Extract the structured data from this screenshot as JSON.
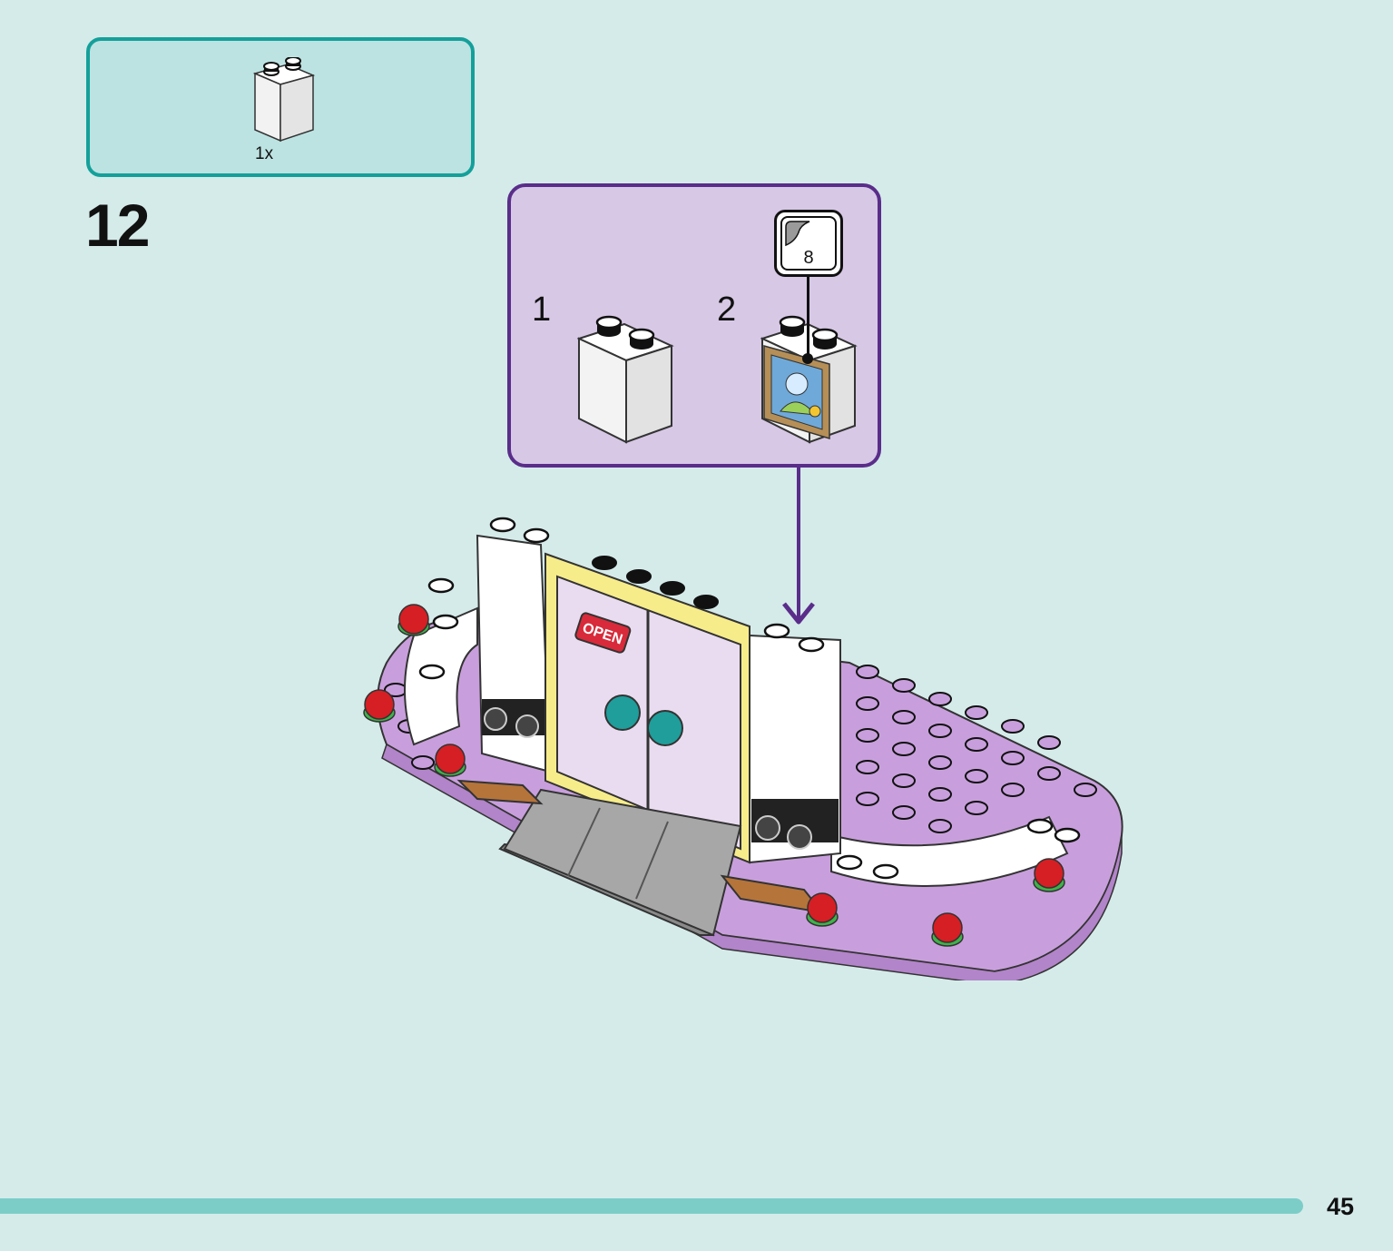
{
  "parts_list": {
    "quantity": "1x",
    "part": "white-brick-1x2x2"
  },
  "step": {
    "number": "12"
  },
  "sub_assembly": {
    "steps": [
      {
        "label": "1",
        "part": "white-brick-1x2x2"
      },
      {
        "label": "2",
        "part": "white-brick-1x2x2-with-portrait-sticker"
      }
    ],
    "sticker_number": "8"
  },
  "model": {
    "sign_text": "OPEN",
    "description_icon": "flower-shop-front-model"
  },
  "footer": {
    "page_number": "45"
  },
  "colors": {
    "background": "#d5ebea",
    "parts_border": "#14a09a",
    "parts_fill": "#bce3e2",
    "sub_border": "#5a2d8a",
    "sub_fill": "#d7c8e6",
    "progress": "#7ccdc8",
    "base_lavender": "#c89fdc",
    "door_yellow": "#f7ec8a",
    "handle_teal": "#1f9e9b",
    "rose_red": "#d51f24"
  }
}
